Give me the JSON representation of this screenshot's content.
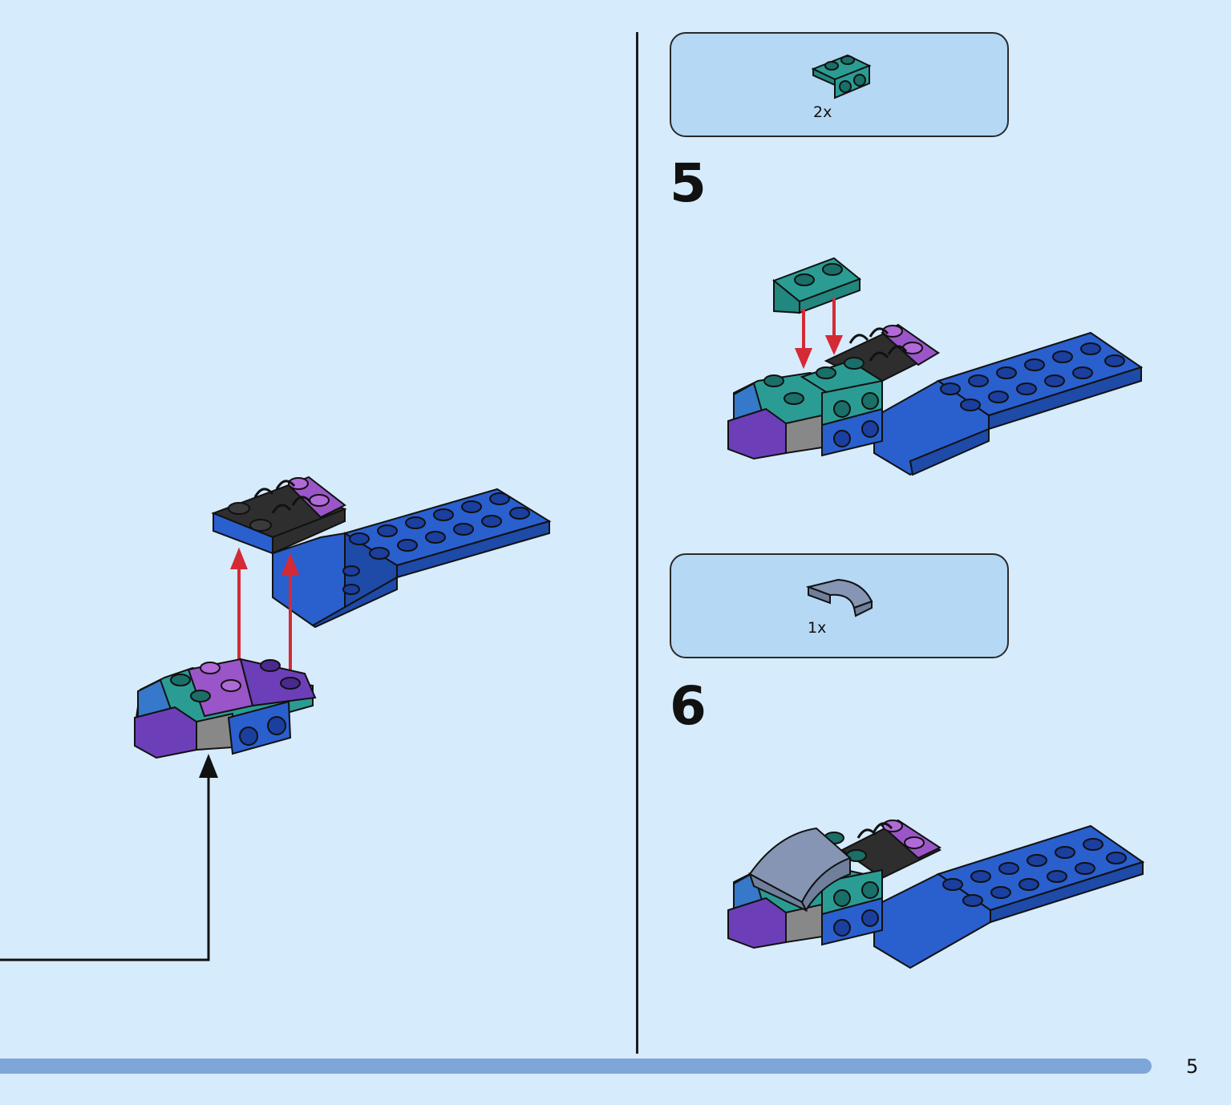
{
  "page": {
    "number": "5"
  },
  "callouts": [
    {
      "quantity": "2x",
      "part_icon": "teal-bracket-plate-icon"
    },
    {
      "quantity": "1x",
      "part_icon": "grey-curved-slope-icon"
    }
  ],
  "steps": [
    {
      "number": "5"
    },
    {
      "number": "6"
    }
  ],
  "colors": {
    "background": "#d6ebfb",
    "callout": "#b5d8f4",
    "blue": "#2a5fce",
    "teal": "#2b9c93",
    "purple": "#6c3fb8",
    "lilac": "#9a55c8",
    "black": "#2e2e2e",
    "grey_slope": "#8595b3",
    "arrow_red": "#d42a36",
    "progress": "#7fa6d8"
  }
}
